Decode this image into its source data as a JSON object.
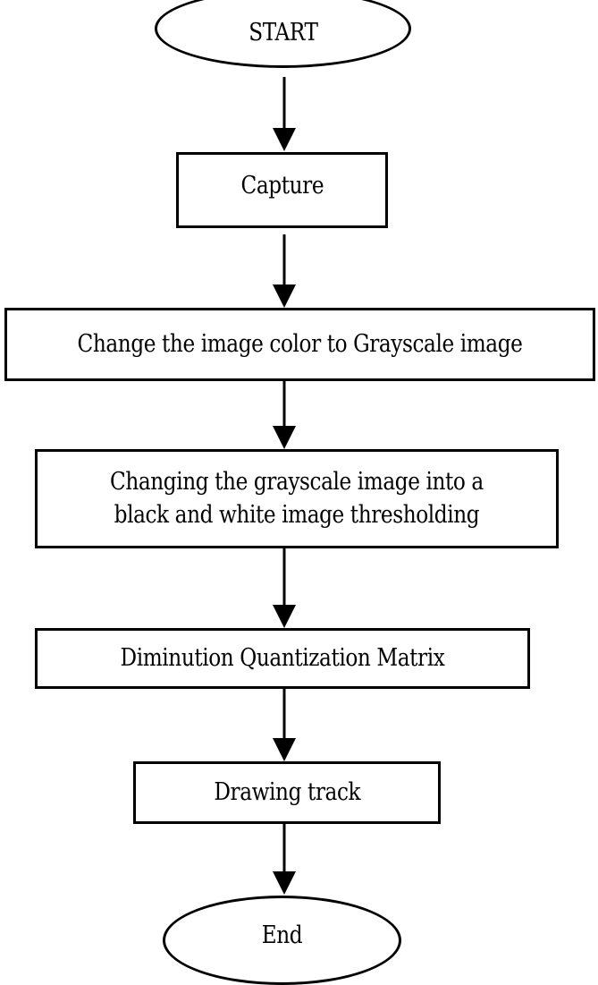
{
  "diagram": {
    "type": "flowchart",
    "colors": {
      "stroke": "#000000",
      "fill": "#ffffff",
      "text": "#000000"
    },
    "nodes": [
      {
        "id": "start",
        "shape": "ellipse",
        "label": "START"
      },
      {
        "id": "capture",
        "shape": "rectangle",
        "label": "Capture"
      },
      {
        "id": "grayscale",
        "shape": "rectangle",
        "label": "Change the image color to Grayscale image"
      },
      {
        "id": "threshold",
        "shape": "rectangle",
        "label": "Changing the grayscale image into a\nblack and white image thresholding"
      },
      {
        "id": "quantization",
        "shape": "rectangle",
        "label": "Diminution Quantization Matrix"
      },
      {
        "id": "drawing",
        "shape": "rectangle",
        "label": "Drawing track"
      },
      {
        "id": "end",
        "shape": "ellipse",
        "label": "End"
      }
    ],
    "edges": [
      {
        "from": "start",
        "to": "capture"
      },
      {
        "from": "capture",
        "to": "grayscale"
      },
      {
        "from": "grayscale",
        "to": "threshold"
      },
      {
        "from": "threshold",
        "to": "quantization"
      },
      {
        "from": "quantization",
        "to": "drawing"
      },
      {
        "from": "drawing",
        "to": "end"
      }
    ]
  }
}
